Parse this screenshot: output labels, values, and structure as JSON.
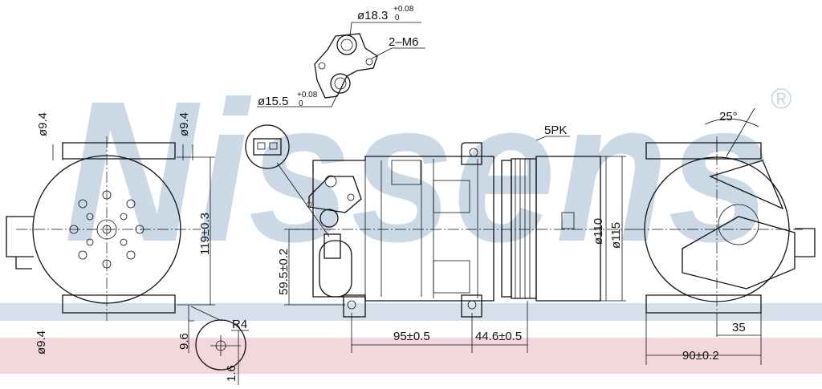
{
  "watermark": {
    "brand": "Nissens",
    "registered": "®"
  },
  "colors": {
    "band_blue": "#d6e1eb",
    "band_pink": "#f2d8dd",
    "watermark": "#cbd8e6",
    "line": "#111111"
  },
  "dimensions": {
    "port_large": {
      "value": "ø18.3",
      "tol_upper": "+0.08",
      "tol_lower": "0"
    },
    "port_small": {
      "value": "ø15.5",
      "tol_upper": "+0.08",
      "tol_lower": "0"
    },
    "threads": "2–M6",
    "pulley_grooves": "5PK",
    "left_top_left": "ø9.4",
    "left_top_right": "ø9.4",
    "left_bottom": "ø9.4",
    "mount_spacing": "119±0.3",
    "mount_offset": "9.6",
    "detail_radius": "R4",
    "detail_offset": "1.6",
    "center_height": "59.5±0.2",
    "mount_length": "95±0.5",
    "pulley_offset": "44.6±0.5",
    "pulley_dia_inner": "ø110",
    "pulley_dia_outer": "ø115",
    "angle": "25°",
    "right_offset": "35",
    "right_width": "90±0.2"
  }
}
